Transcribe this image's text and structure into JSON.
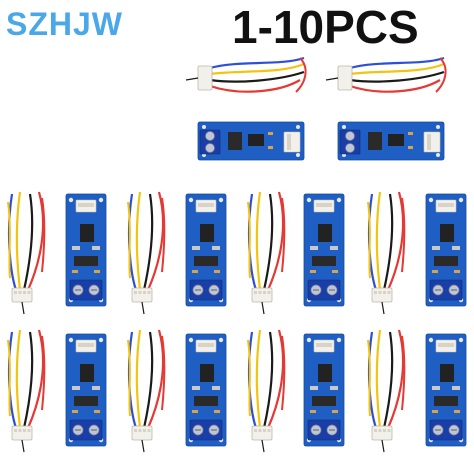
{
  "header": {
    "brand": "SZHJW",
    "quantity": "1-10PCS"
  },
  "colors": {
    "brand": "#4aa8e8",
    "quantity": "#111111",
    "pcb": "#1f5fc4",
    "terminal": "#1a3ea8",
    "connector": "#f2f0ea",
    "wire_red": "#e53935",
    "wire_black": "#1a1a1a",
    "wire_yellow": "#f2c40f",
    "wire_blue": "#2c4fd9"
  },
  "product": {
    "image_description_icons": [
      "pcb-module",
      "wire-harness",
      "jst-connector",
      "screw-terminal"
    ]
  }
}
